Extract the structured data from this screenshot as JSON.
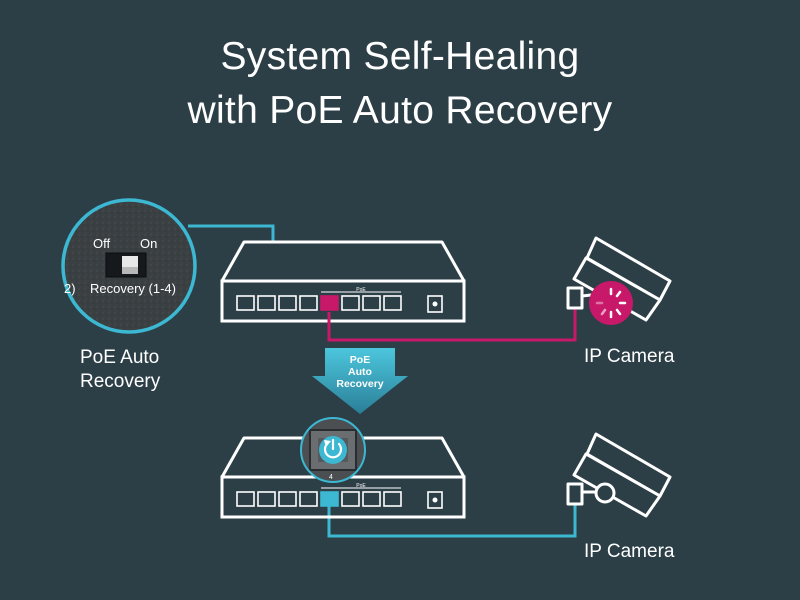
{
  "title": {
    "line1": "System Self-Healing",
    "line2": "with PoE Auto Recovery"
  },
  "callout": {
    "off_label": "Off",
    "on_label": "On",
    "switch_label": "Recovery (1-4)",
    "left_fragment": "2)",
    "caption_line1": "PoE Auto",
    "caption_line2": "Recovery"
  },
  "arrow": {
    "line1": "PoE",
    "line2": "Auto",
    "line3": "Recovery"
  },
  "switch": {
    "poe_label": "PoE",
    "port_number": "4"
  },
  "cameras": {
    "top_label": "IP Camera",
    "bottom_label": "IP Camera"
  },
  "colors": {
    "background": "#2c3f47",
    "outline": "#ffffff",
    "accent_teal": "#3cb8d2",
    "fault_magenta": "#c8186a",
    "callout_fill": "#3a3f42"
  }
}
